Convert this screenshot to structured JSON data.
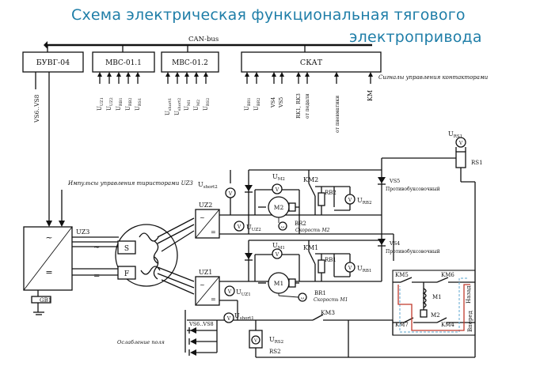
{
  "title": {
    "line1": "Схема электрическая функциональная тягового",
    "line2": "электропривода"
  },
  "bus": {
    "label": "CAN-bus"
  },
  "modules": {
    "buvg": "БУВГ-04",
    "mvs1": "МВС-01.1",
    "mvs2": "МВС-01.2",
    "skat": "СКАТ"
  },
  "signals": {
    "buvg_out": "VS6..VS8",
    "mvs1": [
      "U_UZ1",
      "U_UZ2",
      "U_RB1",
      "U_RB2",
      "U_RS1"
    ],
    "mvs2": [
      "U_short1",
      "U_short2",
      "U_M1",
      "U_M2",
      "U_RS2"
    ],
    "skat": [
      "U_BR1",
      "U_BR2",
      "VS4",
      "VS5",
      "RK1, RK3",
      "от педали",
      "от пневматики",
      "KM"
    ],
    "contactor_note": "Сигналы управления контакторами"
  },
  "pulse_note": "Импульсы управления тиристорами UZ3",
  "converter": {
    "label": "UZ3",
    "ac_symbol": "~",
    "dc_symbol": "="
  },
  "generator": {
    "battery": "GB1",
    "stator": "S",
    "field": "F",
    "tilde": "~",
    "equals": "="
  },
  "drive2": {
    "rectifier": "UZ2",
    "u_rect": "U_UZ2",
    "u_short": "U_short2",
    "u_motor": "U_M2",
    "contactor": "KM2",
    "resistor": "RB2",
    "u_brake": "U_RB2",
    "motor": "M2",
    "sensor": "BR2",
    "speed": "Скорость M2",
    "thyristor": "VS5",
    "thyristor_note": "Противобуксовочный"
  },
  "drive1": {
    "rectifier": "UZ1",
    "u_rect": "U_UZ1",
    "u_short": "U_short1",
    "u_motor": "U_M1",
    "contactor": "KM1",
    "resistor": "RB1",
    "u_brake": "U_RB1",
    "motor": "M1",
    "sensor": "BR1",
    "speed": "Скорость M1",
    "thyristor": "VS4",
    "thyristor_note": "Противобуксовочный"
  },
  "shunt1": {
    "voltage": "U_RS1",
    "resistor": "RS1"
  },
  "shunt2": {
    "voltage": "U_RS2",
    "resistor": "RS2"
  },
  "field_weak": {
    "thyristors": "VS6..VS8",
    "note": "Ослабление поля",
    "contactor": "KM3"
  },
  "reverser": {
    "km5": "KM5",
    "km6": "KM6",
    "km7": "KM7",
    "km4": "KM4",
    "motor": "M1",
    "motor2": "M2",
    "forward": "Назад",
    "backward": "Вперед",
    "forward_color": "#7ab6d8",
    "backward_color": "#c0392b"
  },
  "sub": {
    "M": "M",
    "UZ": "UZ",
    "RB": "RB",
    "RS": "RS",
    "BR": "BR",
    "short": "short",
    "i1": "1",
    "i2": "2",
    "U": "U",
    "V": "V",
    "gen_ring": "◯"
  }
}
